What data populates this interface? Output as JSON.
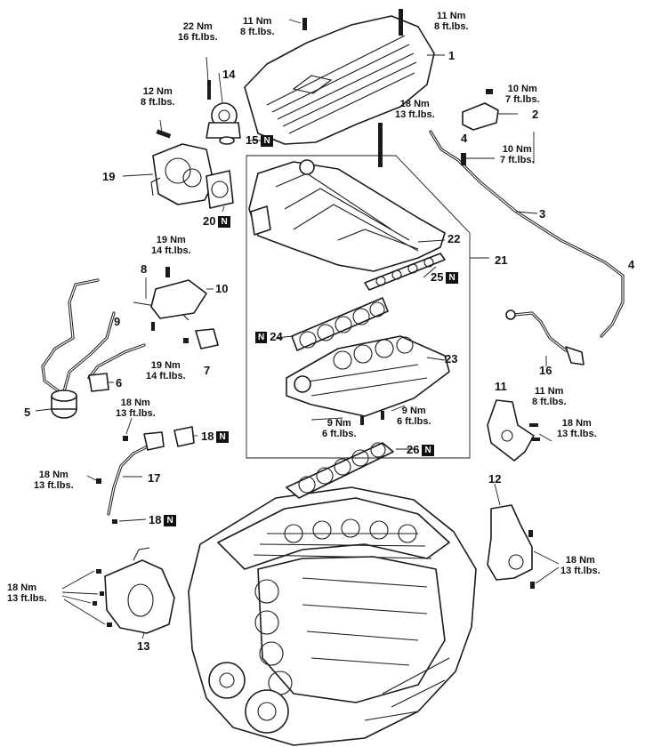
{
  "callouts": {
    "c1": "1",
    "c2": "2",
    "c3": "3",
    "c4a": "4",
    "c4b": "4",
    "c5": "5",
    "c6": "6",
    "c7": "7",
    "c8": "8",
    "c9": "9",
    "c10": "10",
    "c11": "11",
    "c12": "12",
    "c13": "13",
    "c14": "14",
    "c15": "15",
    "c16": "16",
    "c17": "17",
    "c18a": "18",
    "c18b": "18",
    "c19": "19",
    "c20": "20",
    "c21": "21",
    "c22": "22",
    "c23": "23",
    "c24": "24",
    "c25": "25",
    "c26": "26"
  },
  "new_part_mark": "N",
  "torque": {
    "t22_16": {
      "nm": "22 Nm",
      "ft": "16 ft.lbs."
    },
    "t11_8_top_left": {
      "nm": "11 Nm",
      "ft": "8 ft.lbs."
    },
    "t11_8_top_right": {
      "nm": "11 Nm",
      "ft": "8 ft.lbs."
    },
    "t12_8": {
      "nm": "12 Nm",
      "ft": "8 ft.lbs."
    },
    "t10_7_upper": {
      "nm": "10 Nm",
      "ft": "7 ft.lbs."
    },
    "t18_13_manifold": {
      "nm": "18 Nm",
      "ft": "13 ft.lbs."
    },
    "t10_7_lower": {
      "nm": "10 Nm",
      "ft": "7 ft.lbs."
    },
    "t19_14_upper": {
      "nm": "19 Nm",
      "ft": "14 ft.lbs."
    },
    "t19_14_lower": {
      "nm": "19 Nm",
      "ft": "14 ft.lbs."
    },
    "t11_8_sensor": {
      "nm": "11 Nm",
      "ft": "8 ft.lbs."
    },
    "t18_13_pipe_top": {
      "nm": "18 Nm",
      "ft": "13 ft.lbs."
    },
    "t18_13_bracket11": {
      "nm": "18 Nm",
      "ft": "13 ft.lbs."
    },
    "t9_6_left": {
      "nm": "9 Nm",
      "ft": "6 ft.lbs."
    },
    "t9_6_right": {
      "nm": "9 Nm",
      "ft": "6 ft.lbs."
    },
    "t18_13_pipe_left": {
      "nm": "18 Nm",
      "ft": "13 ft.lbs."
    },
    "t18_13_bracket12": {
      "nm": "18 Nm",
      "ft": "13 ft.lbs."
    },
    "t18_13_bracket13": {
      "nm": "18 Nm",
      "ft": "13 ft.lbs."
    }
  }
}
